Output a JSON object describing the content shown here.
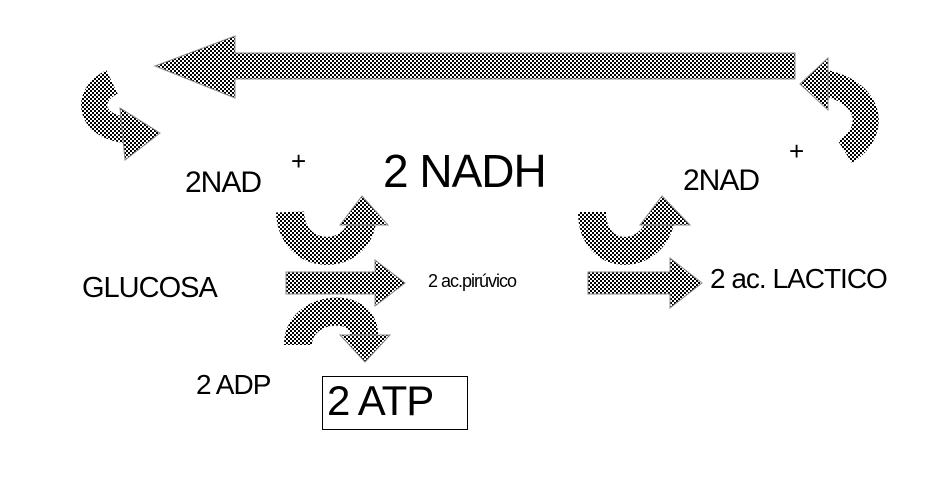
{
  "labels": {
    "nad_left": "2NAD",
    "plus_left": "+",
    "nadh": "2 NADH",
    "nad_right": "2NAD",
    "plus_right": "+",
    "glucose": "GLUCOSA",
    "pyruvic": "2 ac.pirúvico",
    "lactic": "2 ac. LACTICO",
    "adp": "2 ADP",
    "atp": "2 ATP"
  },
  "colors": {
    "arrow_fill": "#000000",
    "background": "#ffffff"
  }
}
